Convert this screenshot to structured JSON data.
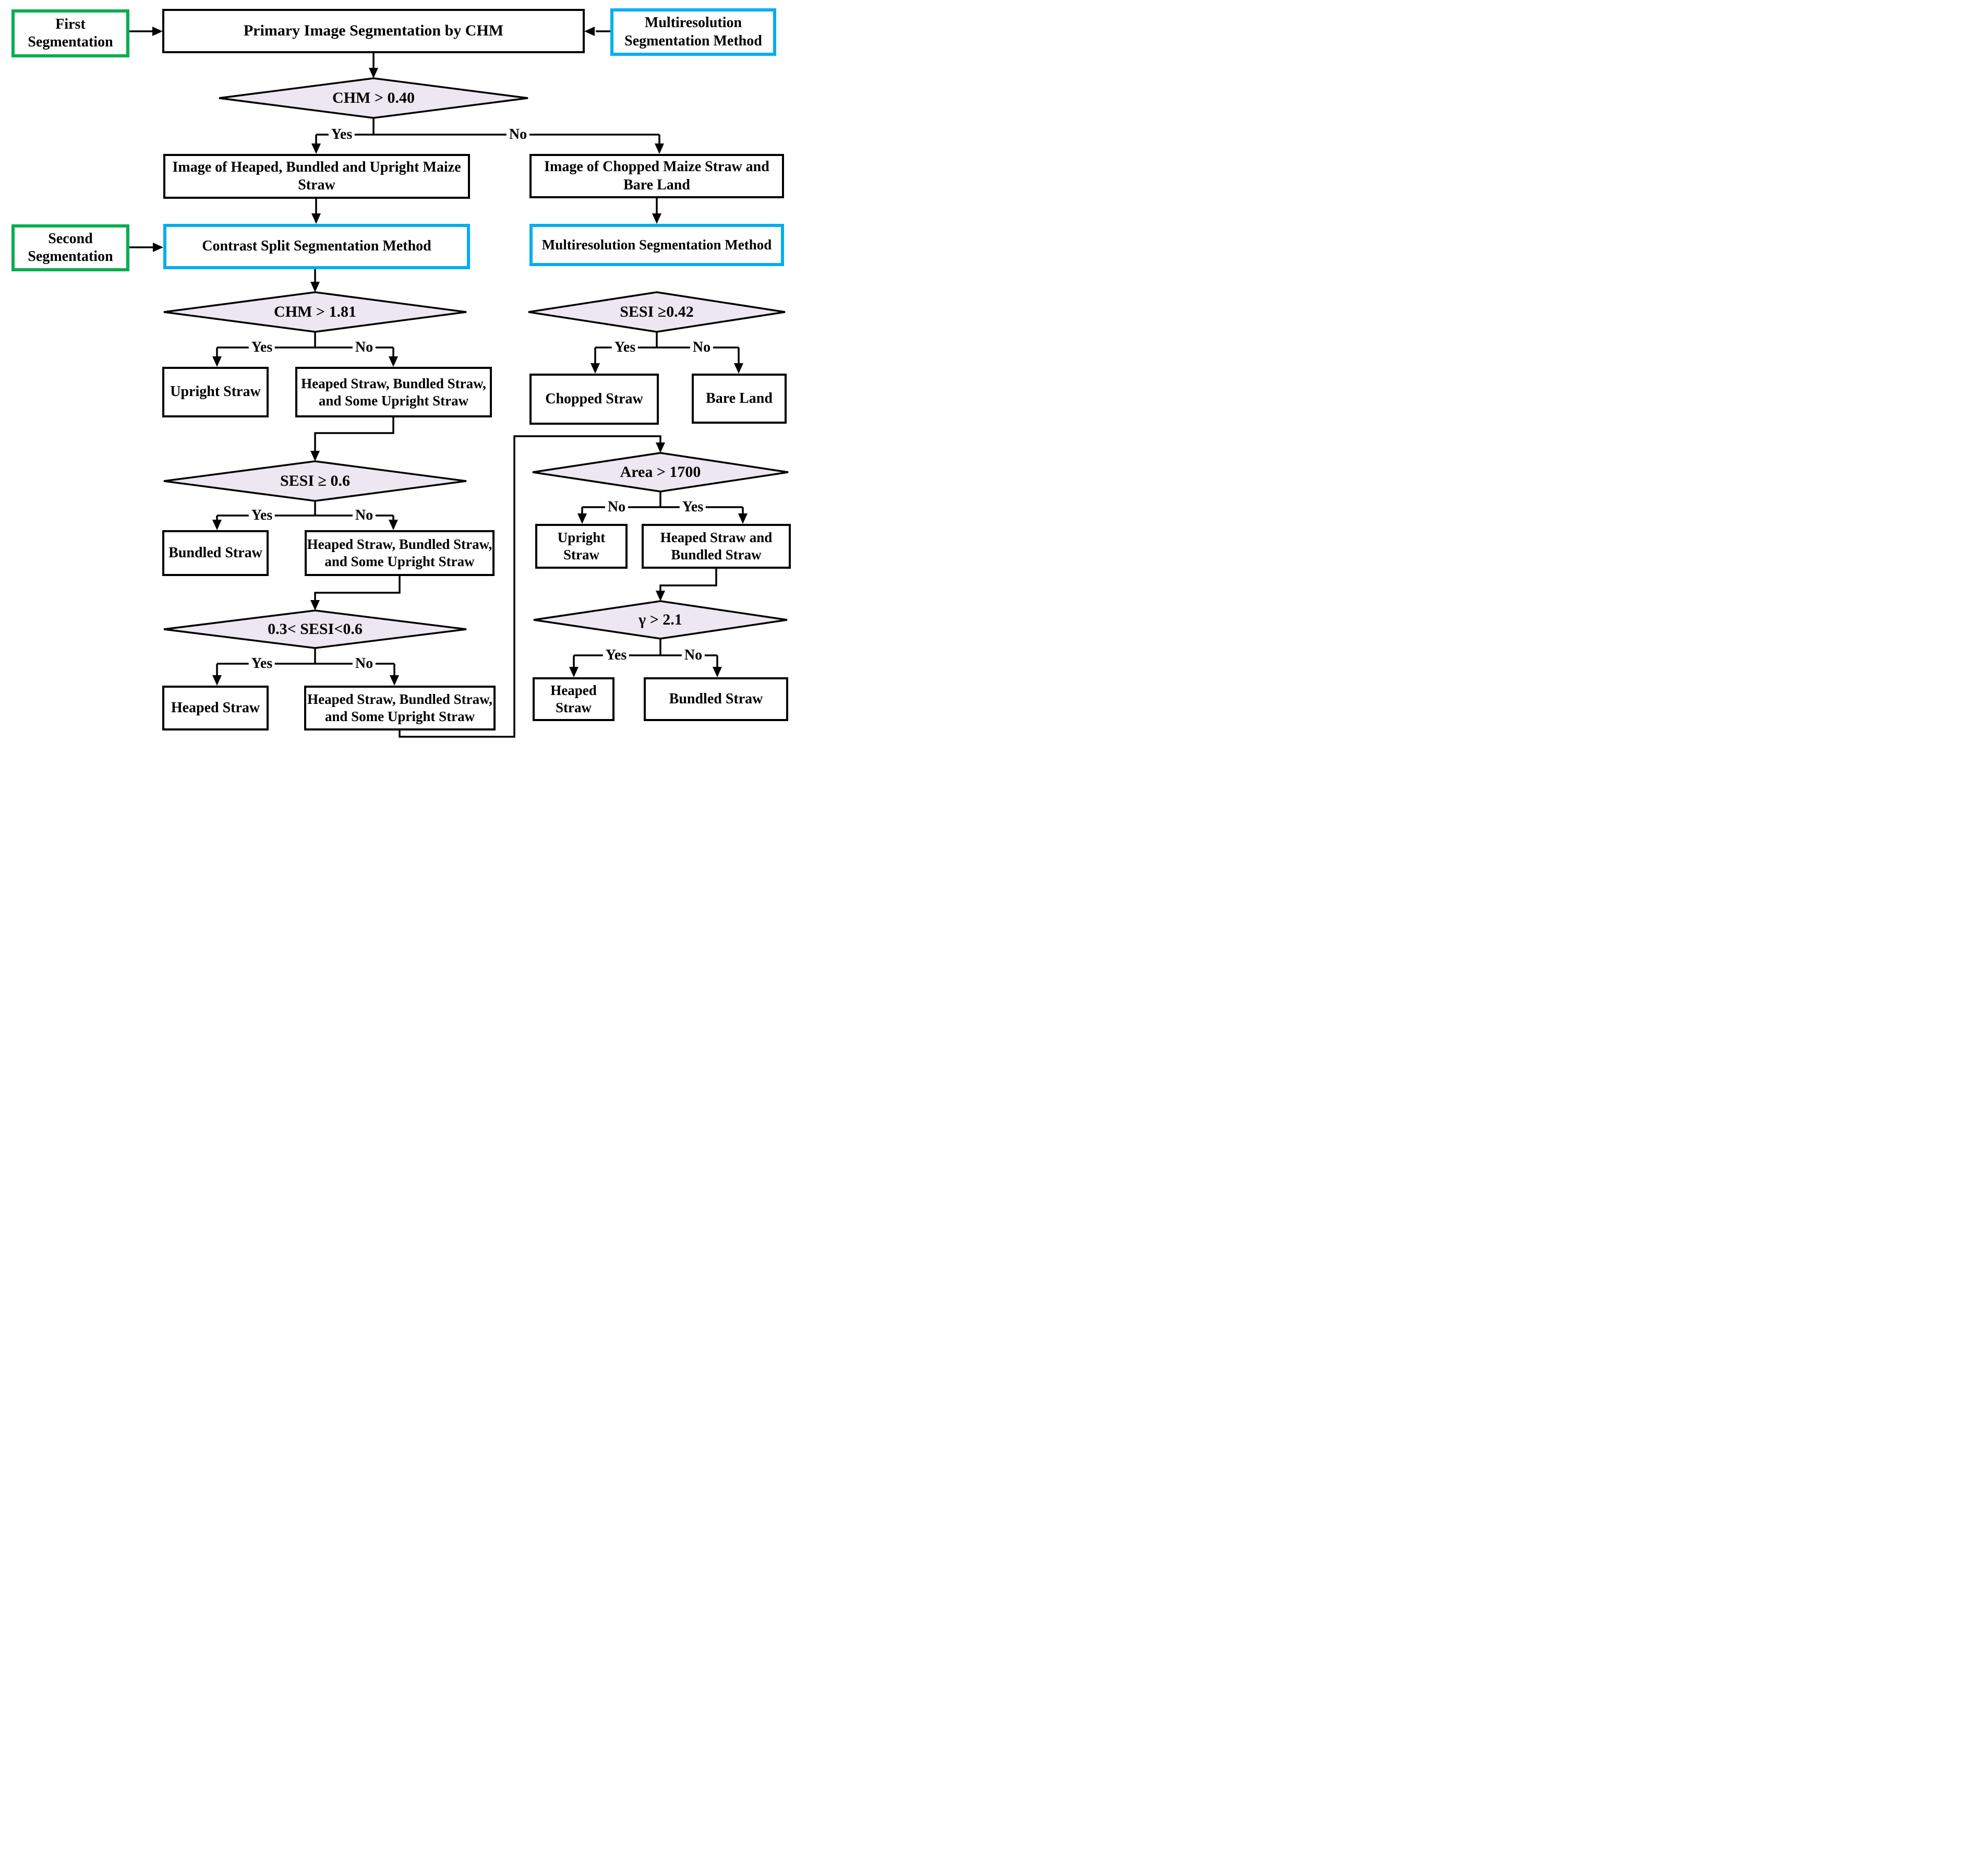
{
  "colors": {
    "green_border": "#00ae4e",
    "blue_border": "#00aeef",
    "diamond_fill": "#ece7f0",
    "line": "#000000"
  },
  "labels": {
    "yes": "Yes",
    "no": "No"
  },
  "stages": {
    "first": "First Segmentation",
    "second": "Second Segmentation"
  },
  "process": {
    "primary": "Primary Image Segmentation by CHM",
    "multiresolution_top": "Multiresolution Segmentation Method",
    "image_heaped": "Image of Heaped, Bundled and Upright Maize Straw",
    "image_chopped": "Image of Chopped Maize Straw and Bare Land",
    "contrast_split": "Contrast Split Segmentation Method",
    "multiresolution_right": "Multiresolution Segmentation Method"
  },
  "decisions": {
    "chm_040": "CHM > 0.40",
    "chm_181": "CHM > 1.81",
    "sesi_042": "SESI ≥0.42",
    "sesi_06": "SESI ≥ 0.6",
    "sesi_range": "0.3< SESI<0.6",
    "area_1700": "Area > 1700",
    "gamma_21": "γ > 2.1"
  },
  "outcomes": {
    "upright_1": "Upright Straw",
    "mixed_1": "Heaped Straw, Bundled Straw, and Some Upright Straw",
    "chopped": "Chopped Straw",
    "bare_land": "Bare Land",
    "bundled_1": "Bundled Straw",
    "mixed_2": "Heaped Straw, Bundled Straw, and Some Upright Straw",
    "heaped_1": "Heaped Straw",
    "mixed_3": "Heaped Straw, Bundled Straw, and Some Upright Straw",
    "upright_2": "Upright Straw",
    "heaped_bundled": "Heaped Straw and Bundled Straw",
    "heaped_2": "Heaped Straw",
    "bundled_2": "Bundled Straw"
  }
}
